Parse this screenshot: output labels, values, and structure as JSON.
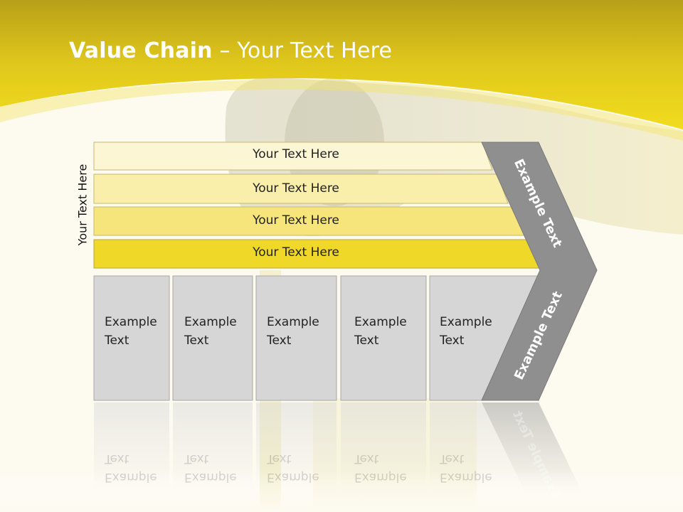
{
  "title": {
    "bold": "Value Chain",
    "rest": " – Your Text Here"
  },
  "side_label": "Your Text Here",
  "bars": [
    {
      "label": "Your Text Here"
    },
    {
      "label": "Your Text Here"
    },
    {
      "label": "Your Text Here"
    },
    {
      "label": "Your Text Here"
    }
  ],
  "boxes": [
    {
      "line1": "Example",
      "line2": "Text"
    },
    {
      "line1": "Example",
      "line2": "Text"
    },
    {
      "line1": "Example",
      "line2": "Text"
    },
    {
      "line1": "Example",
      "line2": "Text"
    },
    {
      "line1": "Example",
      "line2": "Text"
    }
  ],
  "chevron": {
    "upper": "Example Text",
    "lower": "Example Text"
  },
  "colors": {
    "header_yellow": "#e8d21c",
    "bar_1": "#fcf6d4",
    "bar_2": "#f9efaa",
    "bar_3": "#f6e57a",
    "bar_4": "#f0d828",
    "box_gray": "#d6d6d6",
    "chevron_gray": "#8f8f8f"
  }
}
